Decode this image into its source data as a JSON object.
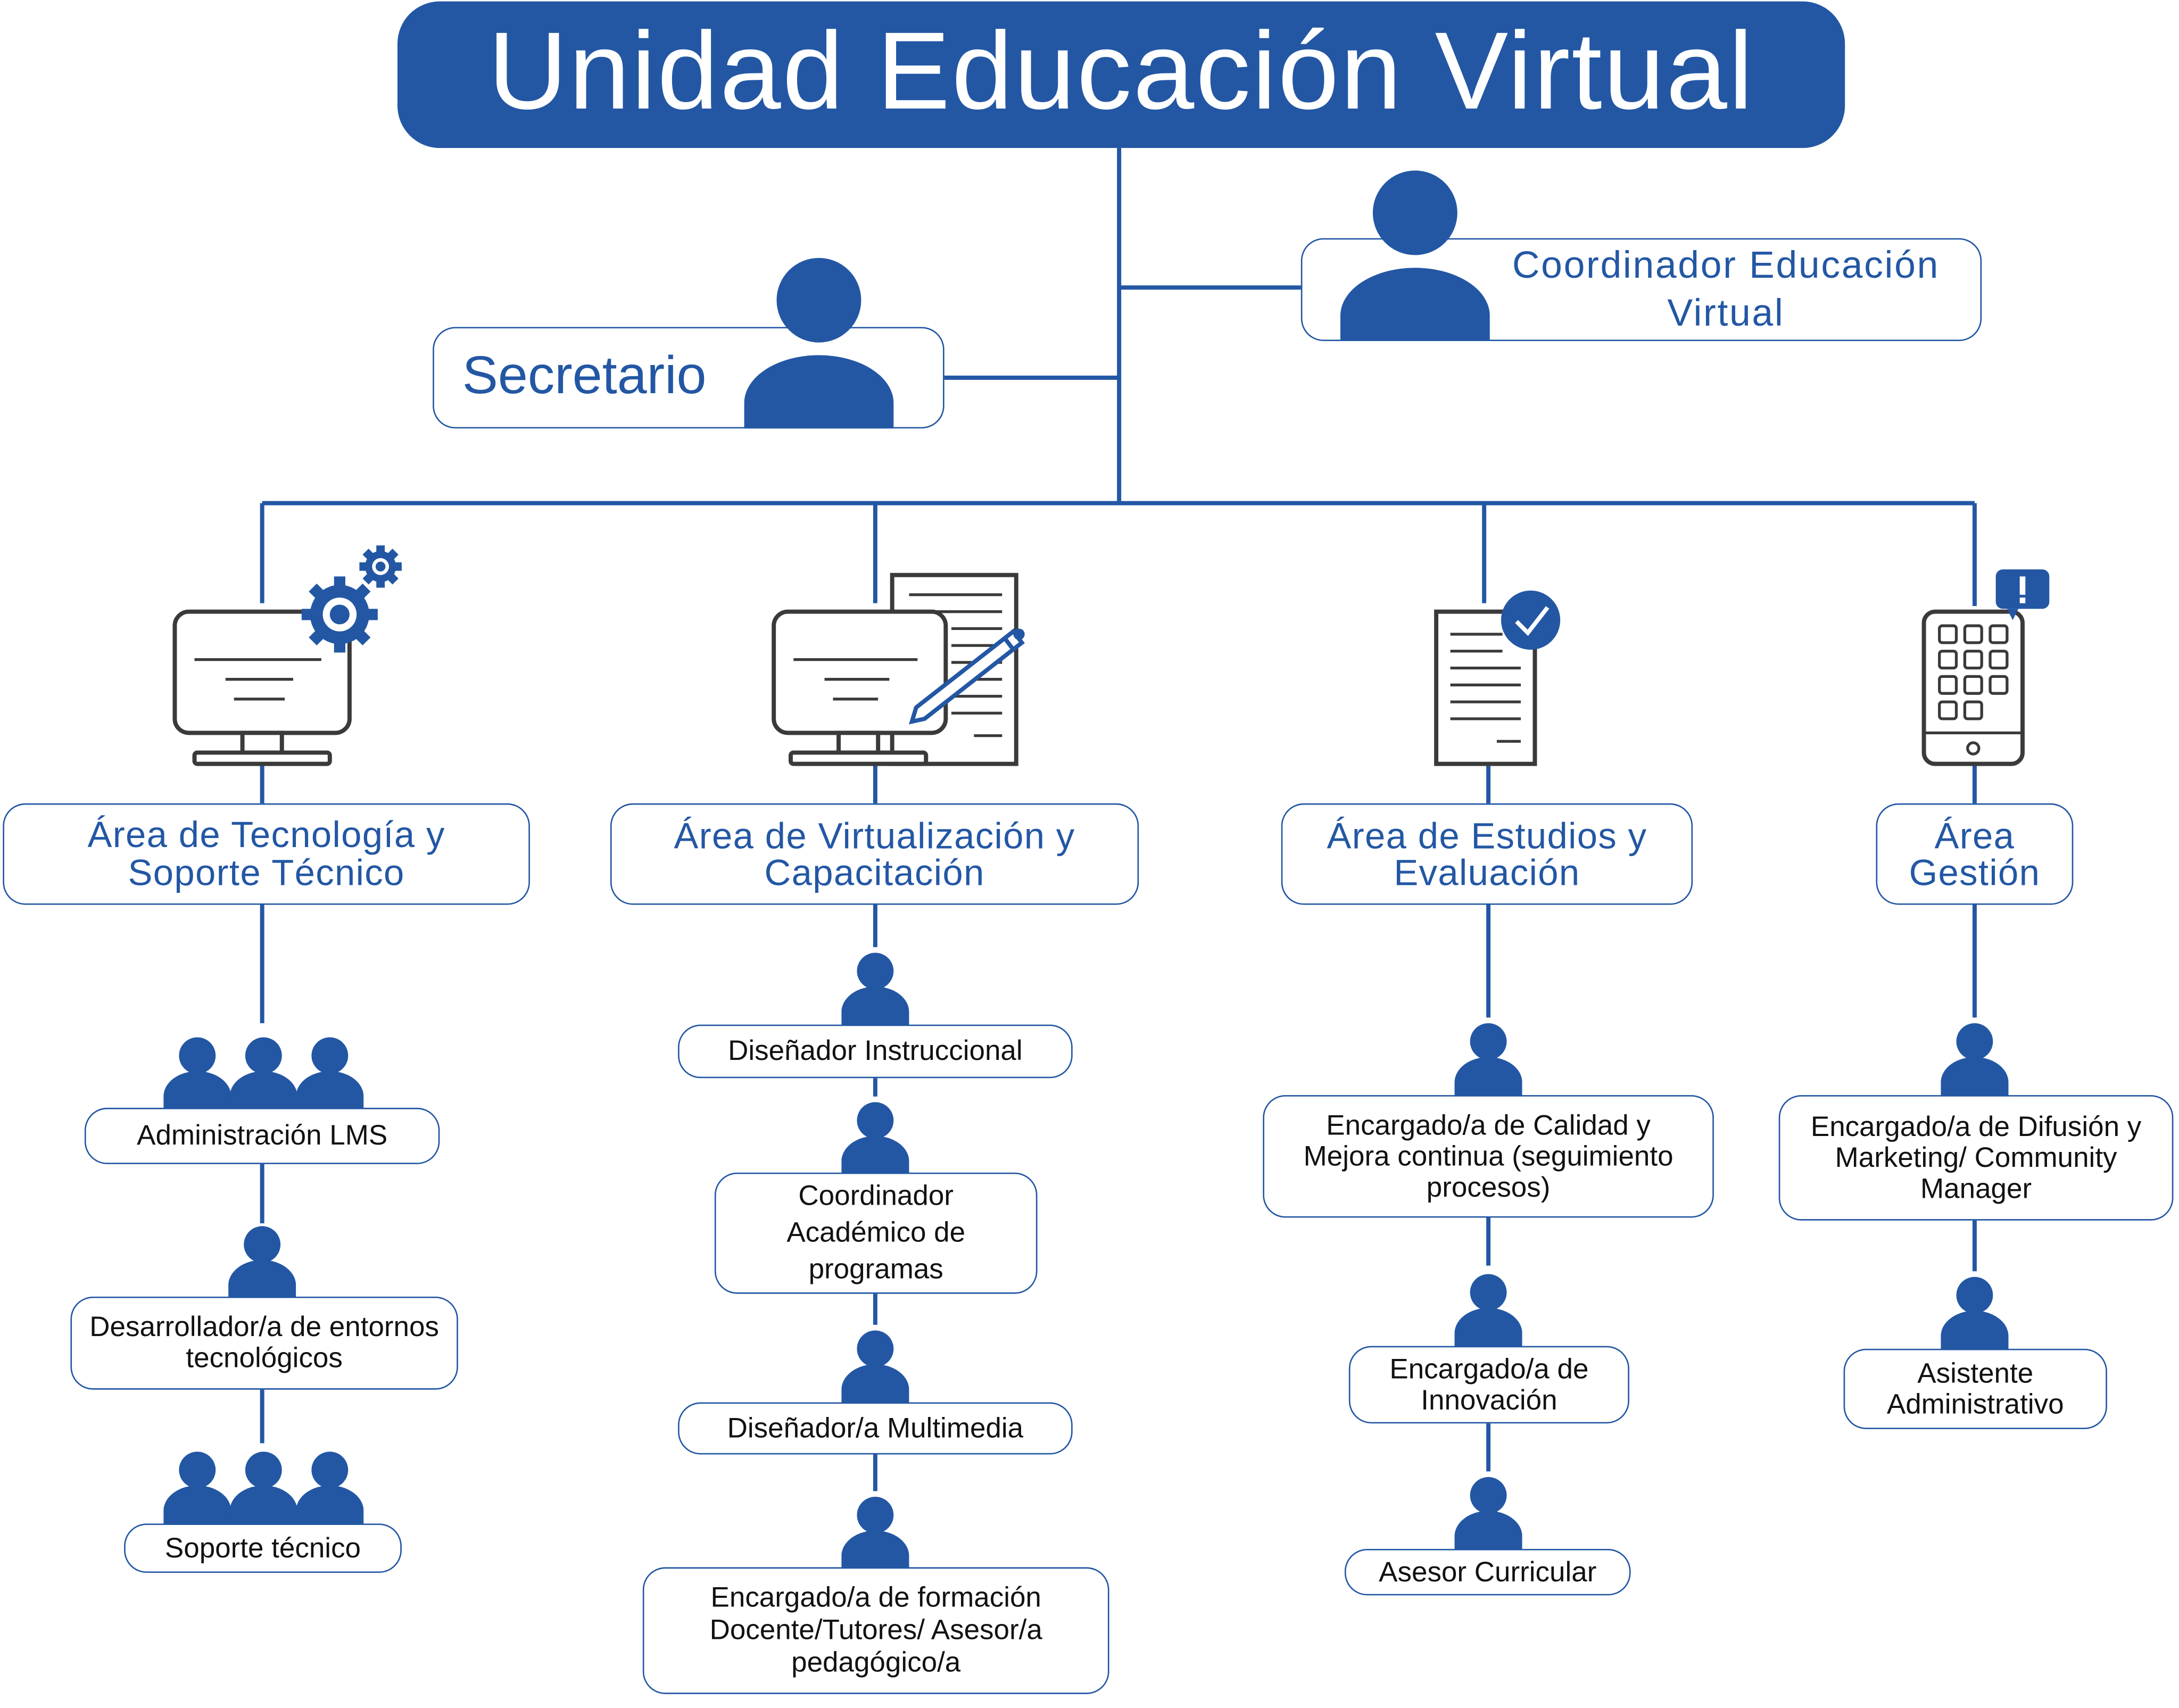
{
  "title": "Unidad Educación Virtual",
  "colors": {
    "primary": "#2357a4",
    "line": "#2357a4",
    "text": "#111111",
    "background": "#ffffff"
  },
  "secretary": {
    "label": "Secretario",
    "icon": "person-icon"
  },
  "coordinator": {
    "label": "Coordinador Educación Virtual",
    "icon": "person-icon"
  },
  "areas": [
    {
      "label": "Área de Tecnología y Soporte Técnico",
      "icon": "monitor-gears-icon",
      "roles": [
        {
          "label": "Administración LMS",
          "icon": "group-icon"
        },
        {
          "label": "Desarrollador/a de entornos tecnológicos",
          "icon": "person-icon"
        },
        {
          "label": "Soporte técnico",
          "icon": "group-icon"
        }
      ]
    },
    {
      "label": "Área de Virtualización y Capacitación",
      "icon": "monitor-document-pen-icon",
      "roles": [
        {
          "label": "Diseñador Instruccional",
          "icon": "person-icon"
        },
        {
          "label": "Coordinador Académico de programas",
          "icon": "person-icon"
        },
        {
          "label": "Diseñador/a Multimedia",
          "icon": "person-icon"
        },
        {
          "label": "Encargado/a de formación Docente/Tutores/ Asesor/a pedagógico/a",
          "icon": "person-icon"
        }
      ]
    },
    {
      "label": "Área de Estudios y Evaluación",
      "icon": "checked-document-icon",
      "roles": [
        {
          "label": "Encargado/a de Calidad y Mejora continua (seguimiento procesos)",
          "icon": "person-icon"
        },
        {
          "label": "Encargado/a de Innovación",
          "icon": "person-icon"
        },
        {
          "label": "Asesor Curricular",
          "icon": "person-icon"
        }
      ]
    },
    {
      "label": "Área Gestión",
      "icon": "tablet-alert-icon",
      "roles": [
        {
          "label": "Encargado/a de Difusión y Marketing/ Community Manager",
          "icon": "person-icon"
        },
        {
          "label": "Asistente Administrativo",
          "icon": "person-icon"
        }
      ]
    }
  ]
}
